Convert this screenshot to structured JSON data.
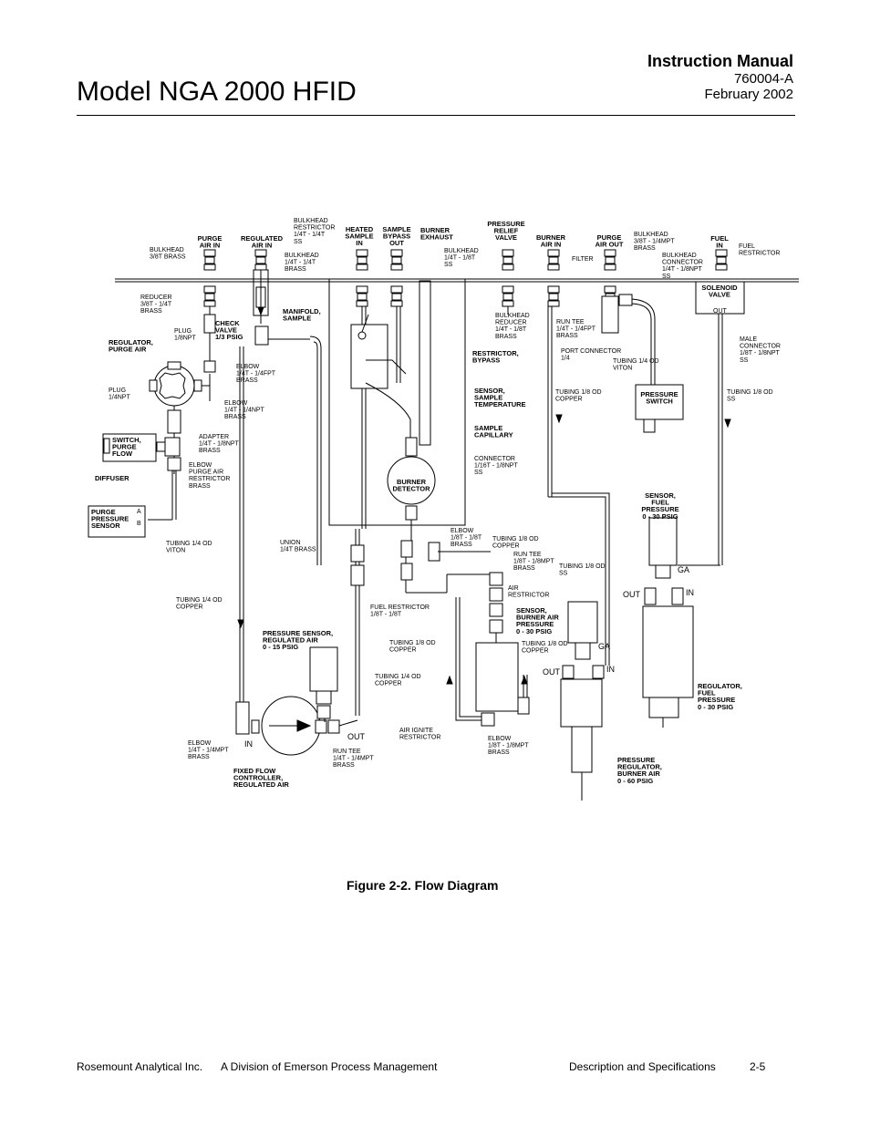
{
  "header": {
    "title": "Model NGA 2000 HFID",
    "manual": "Instruction Manual",
    "doc_number": "760004-A",
    "date": "February 2002"
  },
  "caption": "Figure 2-2.  Flow Diagram",
  "footer": {
    "company": "Rosemount Analytical Inc.",
    "division": "A Division of Emerson Process Management",
    "section": "Description and Specifications",
    "page": "2-5"
  },
  "diagram": {
    "top_labels": {
      "purge_air_in": [
        "PURGE",
        "AIR IN"
      ],
      "regulated_air_in": [
        "REGULATED",
        "AIR IN"
      ],
      "heated_sample_in": [
        "HEATED",
        "SAMPLE",
        "IN"
      ],
      "sample_bypass_out": [
        "SAMPLE",
        "BYPASS",
        "OUT"
      ],
      "burner_exhaust": [
        "BURNER",
        "EXHAUST"
      ],
      "pressure_relief_valve": [
        "PRESSURE",
        "RELIEF",
        "VALVE"
      ],
      "burner_air_in": [
        "BURNER",
        "AIR IN"
      ],
      "purge_air_out": [
        "PURGE",
        "AIR OUT"
      ],
      "fuel_in": [
        "FUEL",
        "IN"
      ]
    },
    "bold_labels": {
      "solenoid_valve": [
        "SOLENOID",
        "VALVE"
      ],
      "check_valve": [
        "CHECK",
        "VALVE",
        "1/3 PSIG"
      ],
      "manifold_sample": [
        "MANIFOLD,",
        "SAMPLE"
      ],
      "regulator_purge_air": [
        "REGULATOR,",
        "PURGE AIR"
      ],
      "restrictor_bypass": [
        "RESTRICTOR,",
        "BYPASS"
      ],
      "sensor_sample_temp": [
        "SENSOR,",
        "SAMPLE",
        "TEMPERATURE"
      ],
      "sample_capillary": [
        "SAMPLE",
        "CAPILLARY"
      ],
      "switch_purge_flow": [
        "SWITCH,",
        "PURGE",
        "FLOW"
      ],
      "diffuser": "DIFFUSER",
      "purge_pressure_sensor": [
        "PURGE",
        "PRESSURE",
        "SENSOR"
      ],
      "burner_detector": [
        "BURNER",
        "DETECTOR"
      ],
      "pressure_switch": [
        "PRESSURE",
        "SWITCH"
      ],
      "sensor_fuel_pressure": [
        "SENSOR,",
        "FUEL",
        "PRESSURE",
        "0 - 30 PSIG"
      ],
      "sensor_burner_air": [
        "SENSOR,",
        "BURNER AIR",
        "PRESSURE",
        "0 - 30 PSIG"
      ],
      "pressure_sensor_reg_air": [
        "PRESSURE SENSOR,",
        "REGULATED AIR",
        "0 - 15 PSIG"
      ],
      "regulator_fuel_pressure": [
        "REGULATOR,",
        "FUEL",
        "PRESSURE",
        "0 - 30 PSIG"
      ],
      "pressure_regulator_burner_air": [
        "PRESSURE",
        "REGULATOR,",
        "BURNER AIR",
        "0 - 60 PSIG"
      ],
      "fixed_flow_controller": [
        "FIXED FLOW",
        "CONTROLLER,",
        "REGULATED AIR"
      ]
    },
    "small_labels": {
      "bulkhead_38t": [
        "BULKHEAD",
        "3/8T BRASS"
      ],
      "bulkhead_restrictor": [
        "BULKHEAD",
        "RESTRICTOR",
        "1/4T - 1/4T",
        "SS"
      ],
      "bulkhead_14t_brass": [
        "BULKHEAD",
        "1/4T - 1/4T",
        "BRASS"
      ],
      "bulkhead_18t_ss": [
        "BULKHEAD",
        "1/4T - 1/8T",
        "SS"
      ],
      "filter": "FILTER",
      "bulkhead_38t_14mpt": [
        "BULKHEAD",
        "3/8T - 1/4MPT",
        "BRASS"
      ],
      "bulkhead_connector": [
        "BULKHEAD",
        "CONNECTOR",
        "1/4T - 1/8NPT",
        "SS"
      ],
      "fuel_restrictor_top": [
        "FUEL",
        "RESTRICTOR"
      ],
      "reducer": [
        "REDUCER",
        "3/8T - 1/4T",
        "BRASS"
      ],
      "plug_18npt": [
        "PLUG",
        "1/8NPT"
      ],
      "elbow_14fpt": [
        "ELBOW",
        "1/4T - 1/4FPT",
        "BRASS"
      ],
      "plug_14npt": [
        "PLUG",
        "1/4NPT"
      ],
      "elbow_14npt": [
        "ELBOW",
        "1/4T - 1/4NPT",
        "BRASS"
      ],
      "adapter": [
        "ADAPTER",
        "1/4T - 1/8NPT",
        "BRASS"
      ],
      "elbow_purge_restrictor": [
        "ELBOW",
        "PURGE AIR",
        "RESTRICTOR",
        "BRASS"
      ],
      "tubing_14_viton": [
        "TUBING 1/4 OD",
        "VITON"
      ],
      "bulkhead_reducer": [
        "BULKHEAD",
        "REDUCER",
        "1/4T - 1/8T",
        "BRASS"
      ],
      "run_tee_14fpt": [
        "RUN TEE",
        "1/4T - 1/4FPT",
        "BRASS"
      ],
      "port_connector": [
        "PORT CONNECTOR",
        "1/4"
      ],
      "tubing_14_viton2": [
        "TUBING 1/4 OD",
        "VITON"
      ],
      "male_connector": [
        "MALE",
        "CONNECTOR",
        "1/8T - 1/8NPT",
        "SS"
      ],
      "out_solenoid": "OUT",
      "tubing_18_copper_top": [
        "TUBING 1/8 OD",
        "COPPER"
      ],
      "tubing_18_ss_right": [
        "TUBING 1/8 OD",
        "SS"
      ],
      "connector_116": [
        "CONNECTOR",
        "1/16T - 1/8NPT",
        "SS"
      ],
      "union": [
        "UNION",
        "1/4T BRASS"
      ],
      "elbow_18t": [
        "ELBOW",
        "1/8T - 1/8T",
        "BRASS"
      ],
      "tubing_18_copper_mid": [
        "TUBING 1/8 OD",
        "COPPER"
      ],
      "run_tee_18mpt": [
        "RUN TEE",
        "1/8T - 1/8MPT",
        "BRASS"
      ],
      "tubing_18_ss_mid": [
        "TUBING 1/8 OD",
        "SS"
      ],
      "air_restrictor": [
        "AIR",
        "RESTRICTOR"
      ],
      "tubing_14_copper_left": [
        "TUBING 1/4 OD",
        "COPPER"
      ],
      "fuel_restrictor_mid": [
        "FUEL RESTRICTOR",
        "1/8T - 1/8T"
      ],
      "tubing_18_copper_low": [
        "TUBING 1/8 OD",
        "COPPER"
      ],
      "tubing_18_copper_low2": [
        "TUBING 1/8 OD",
        "COPPER"
      ],
      "tubing_14_copper_low": [
        "TUBING 1/4 OD",
        "COPPER"
      ],
      "air_ignite": [
        "AIR IGNITE",
        "RESTRICTOR"
      ],
      "elbow_18mpt": [
        "ELBOW",
        "1/8T - 1/8MPT",
        "BRASS"
      ],
      "elbow_14mpt": [
        "ELBOW",
        "1/4T - 1/4MPT",
        "BRASS"
      ],
      "run_tee_14mpt": [
        "RUN TEE",
        "1/4T - 1/4MPT",
        "BRASS"
      ]
    },
    "ports": {
      "a": "A",
      "b": "B",
      "out_ffc": "OUT",
      "in_ffc": "IN",
      "ga_fuel": "GA",
      "out_fuel": "OUT",
      "in_fuel": "IN",
      "ga_air": "GA",
      "out_air": "OUT",
      "in_air": "IN"
    }
  }
}
